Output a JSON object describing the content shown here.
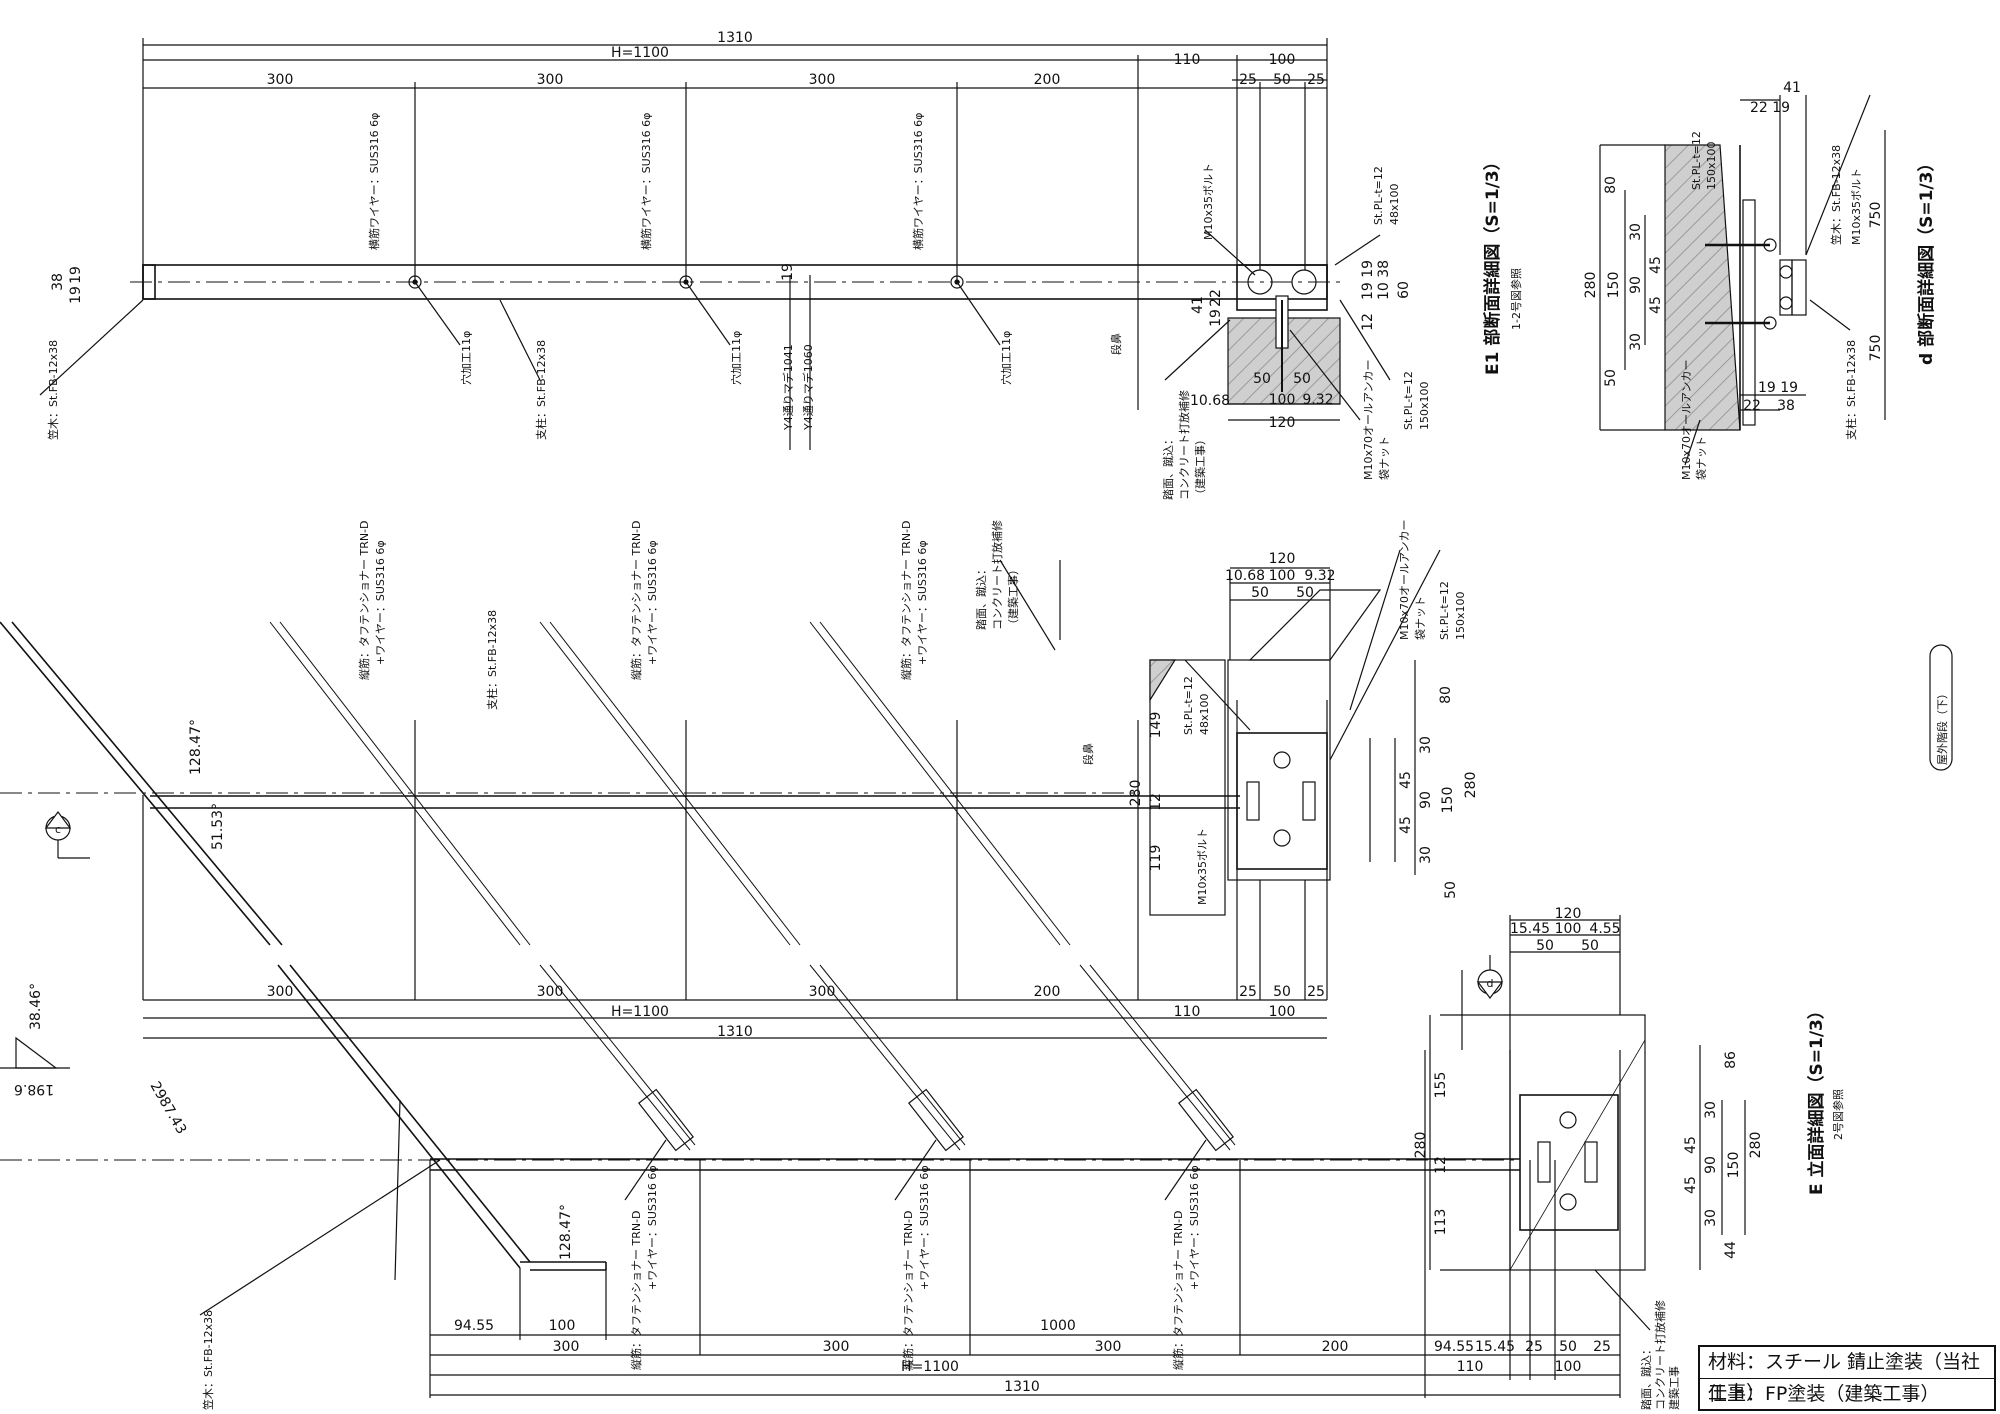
{
  "plan_view": {
    "title": "E1 部断面詳細図（S=1/3）",
    "ref": "1-2号図参照",
    "dims": {
      "overall": "1310",
      "h": "H=1100",
      "s1": "300",
      "s2": "300",
      "s3": "300",
      "s4": "200",
      "s5": "110",
      "s6": "100",
      "p25a": "25",
      "p50": "50",
      "p25b": "25",
      "d38": "38",
      "d19": "19",
      "d19b": "19",
      "m19": "19",
      "r41": "41",
      "r22": "22",
      "r19": "19",
      "r1919": "19 19",
      "r1038": "10 38",
      "r60": "60",
      "r12": "12",
      "w50a": "50",
      "w50b": "50",
      "w1068": "10.68",
      "w100": "100",
      "w932": "9.32",
      "w120": "120"
    },
    "labels": {
      "handrail": "笠木：St.FB-12x38",
      "post": "支柱：St.FB-12x38",
      "wire1": "横筋ワイヤー：SUS316 6φ",
      "wire2": "横筋ワイヤー：SUS316 6φ",
      "wire3": "横筋ワイヤー：SUS316 6φ",
      "hole1": "穴加工11φ",
      "hole2": "穴加工11φ",
      "hole3": "穴加工11φ",
      "y1041": "Y4通りマデ1041",
      "y1060": "Y4通りマデ1060",
      "bolt": "M10x35ボルト",
      "pl_small": "St.PL-t=12",
      "pl_small_size": "48x100",
      "pl_big": "St.PL-t=12",
      "pl_big_size": "150x100",
      "anchor": "M10x70オールアンカー",
      "anchor_note": "袋ナット",
      "concrete1": "踏面、蹴込：",
      "concrete2": "コンクリート打放補修",
      "concrete3": "（建築工事）",
      "marker": "段鼻"
    }
  },
  "section_d": {
    "title": "d 部断面詳細図（S=1/3）",
    "labels": {
      "pl": "St.PL-t=12",
      "pl_size": "150x100",
      "rail": "笠木：St.FB-12x38",
      "bolt": "M10x35ボルト",
      "post": "支柱：St.FB-12x38",
      "anchor": "M10x70オールアンカー",
      "anchor_note": "袋ナット"
    },
    "dims": {
      "t41": "41",
      "t2219": "22 19",
      "v80": "80",
      "v30a": "30",
      "v45a": "45",
      "v90": "90",
      "v45b": "45",
      "v30b": "30",
      "v280": "280",
      "v150": "150",
      "v50": "50",
      "b1919": "19 19",
      "b22": "22",
      "b38": "38",
      "h750a": "750",
      "h750b": "750"
    }
  },
  "elevation_top": {
    "labels": {
      "wire1": "縦筋：タフテンショナー TRN-D",
      "wire1b": "+ワイヤー：SUS316 6φ",
      "wire2": "縦筋：タフテンショナー TRN-D",
      "wire2b": "+ワイヤー：SUS316 6φ",
      "wire3": "縦筋：タフテンショナー TRN-D",
      "wire3b": "+ワイヤー：SUS316 6φ",
      "post": "支柱：St.FB-12x38",
      "concrete1": "踏面、蹴込：",
      "concrete2": "コンクリート打放補修",
      "concrete3": "（建築工事）",
      "ang1": "128.47°",
      "ang2": "51.53°",
      "pl": "St.PL-t=12",
      "pl_size": "48x100",
      "bolt": "M10x35ボルト",
      "anchor": "M10x70オールアンカー",
      "anchor_note": "袋ナット",
      "pl2": "St.PL-t=12",
      "pl2_size": "150x100",
      "marker": "段鼻",
      "sec": "c"
    },
    "dims": {
      "w120": "120",
      "w1068": "10.68",
      "w100": "100",
      "w932": "9.32",
      "w50a": "50",
      "w50b": "50",
      "v149": "149",
      "v280": "280",
      "v12": "12",
      "v119": "119",
      "v80": "80",
      "v30a": "30",
      "v45a": "45",
      "v90": "90",
      "v45b": "45",
      "v30b": "30",
      "v150": "150",
      "v280b": "280",
      "v50": "50",
      "b300a": "300",
      "b300b": "300",
      "b300c": "300",
      "b200": "200",
      "b110": "110",
      "b25a": "25",
      "b50": "50",
      "b25b": "25",
      "bh": "H=1100",
      "b100": "100",
      "b1310": "1310"
    }
  },
  "elevation_bottom": {
    "title": "E 立面詳細図（S=1/3）",
    "ref": "2号図参照",
    "labels": {
      "wire1": "縦筋：タフテンショナー TRN-D",
      "wire1b": "+ワイヤー：SUS316 6φ",
      "wire2": "縦筋：タフテンショナー TRN-D",
      "wire2b": "+ワイヤー：SUS316 6φ",
      "wire3": "縦筋：タフテンショナー TRN-D",
      "wire3b": "+ワイヤー：SUS316 6φ",
      "handrail": "笠木：St.FB-12x38",
      "ang": "128.47°",
      "ang2": "38.46°",
      "len": "2987.43",
      "h198": "198.6",
      "sec": "d",
      "concrete1": "踏面、蹴込：",
      "concrete2": "コンクリート打放補修",
      "concrete3": "建築工事"
    },
    "dims": {
      "t120": "120",
      "t1545": "15.45",
      "t100": "100",
      "t455": "4.55",
      "t50a": "50",
      "t50b": "50",
      "v155": "155",
      "v280": "280",
      "v12": "12",
      "v113": "113",
      "v86": "86",
      "v30a": "30",
      "v45a": "45",
      "v90": "90",
      "v45b": "45",
      "v30b": "30",
      "v150": "150",
      "v280b": "280",
      "v44": "44",
      "b9455": "94.55",
      "b100": "100",
      "b1000": "1000",
      "b300a": "300",
      "b300b": "300",
      "b300c": "300",
      "b200": "200",
      "b9455b": "94.55",
      "b1545": "15.45",
      "b25a": "25",
      "b50": "50",
      "b25b": "25",
      "bh": "H=1100",
      "b110": "110",
      "b100b": "100",
      "b1310": "1310"
    }
  },
  "sheet": {
    "label": "屋外階段（下）",
    "spec_material": "材料：スチール 錆止塗装（当社工事）",
    "spec_finish": "仕上：FP塗装（建築工事）"
  }
}
